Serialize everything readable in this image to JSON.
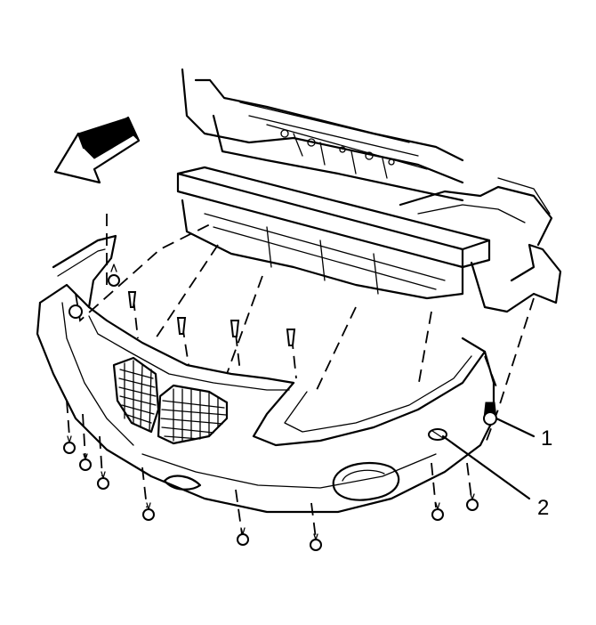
{
  "callouts": [
    {
      "id": "1",
      "label": "1"
    },
    {
      "id": "2",
      "label": "2"
    }
  ],
  "colors": {
    "line": "#000000",
    "background": "#ffffff"
  },
  "icons": {
    "direction_arrow": "arrow-left-down-icon"
  }
}
